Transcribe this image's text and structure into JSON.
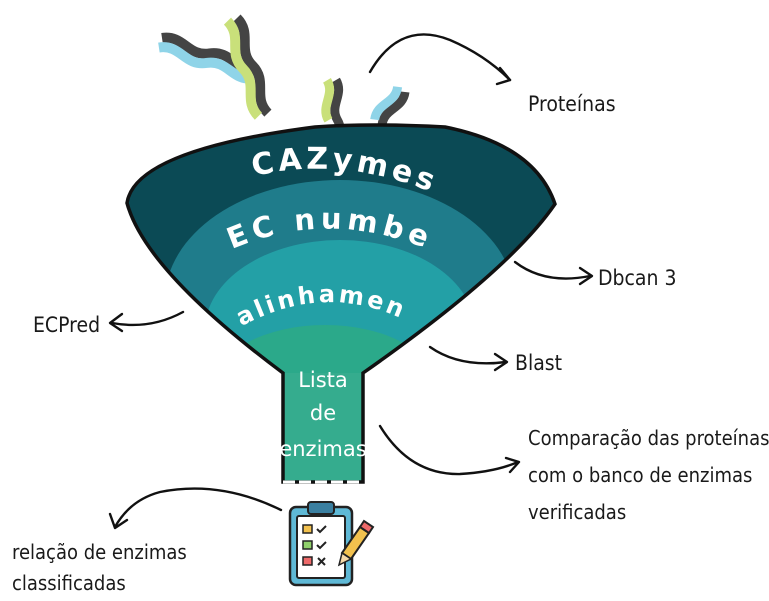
{
  "funnel": {
    "layer1": "CAZymes",
    "layer2": "EC numbers",
    "layer3": "alinhamento",
    "stem_line1": "Lista",
    "stem_line2": "de",
    "stem_line3": "enzimas"
  },
  "labels": {
    "proteinas": "Proteínas",
    "dbcan": "Dbcan 3",
    "ecpred": "ECPred",
    "blast": "Blast",
    "comparacao_line1": "Comparação das proteínas",
    "comparacao_line2": "com o banco de enzimas",
    "comparacao_line3": "verificadas",
    "relacao_line1": "relação de enzimas",
    "relacao_line2": "classificadas"
  },
  "icons": [
    "protein-helix-icon",
    "checklist-clipboard-icon",
    "pencil-icon"
  ],
  "colors": {
    "layer_outer": "#0b4a55",
    "layer_2": "#1f7c8b",
    "layer_3": "#23a0a6",
    "layer_inner": "#2ba98a",
    "stem": "#35ac8e"
  }
}
